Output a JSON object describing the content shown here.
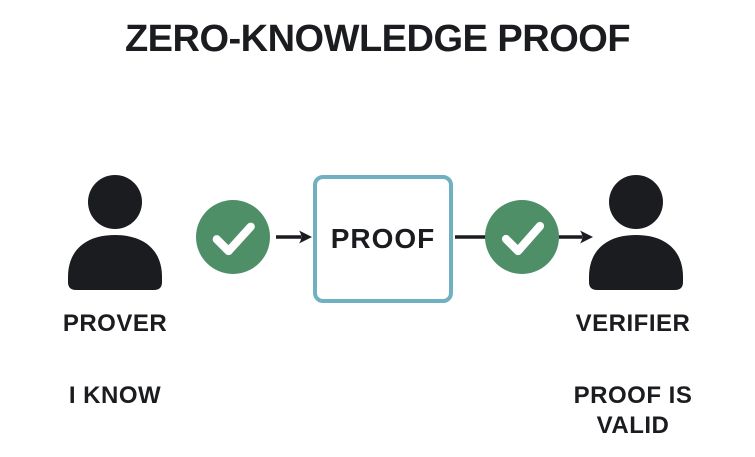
{
  "title": "ZERO-KNOWLEDGE PROOF",
  "prover": {
    "icon": "person-icon",
    "label": "PROVER",
    "caption": "I KNOW"
  },
  "verifier": {
    "icon": "person-icon",
    "label": "VERIFIER",
    "caption": "PROOF IS VALID"
  },
  "proof_box": {
    "label": "PROOF"
  },
  "flow": {
    "step1_icon": "check-circle-icon",
    "step1_arrow_icon": "arrow-right-icon",
    "step2_icon": "check-circle-icon",
    "step2_arrow_icon": "arrow-right-icon"
  },
  "colors": {
    "background": "#ffffff",
    "text": "#1b1c1f",
    "check_green": "#4f8f68",
    "checkmark": "#ffffff",
    "box_border": "#6fb1c3"
  }
}
